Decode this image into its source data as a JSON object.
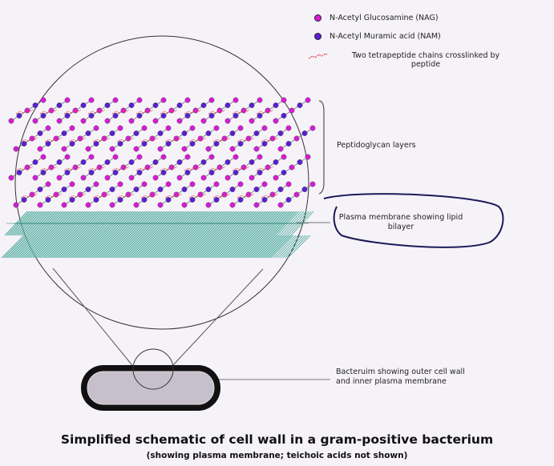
{
  "legend": {
    "nag_label": "N-Acetyl Glucosamine (NAG)",
    "nam_label": "N-Acetyl Muramic acid (NAM)",
    "peptide_label_line1": "Two tetrapeptide chains crosslinked by",
    "peptide_label_line2": "peptide"
  },
  "labels": {
    "peptidoglycan": "Peptidoglycan layers",
    "membrane_line1": "Plasma membrane showing lipid",
    "membrane_line2": "bilayer",
    "bacterium_line1": "Bacteruim showing outer cell wall",
    "bacterium_line2": "and inner plasma membrane"
  },
  "title": "Simplified schematic of cell wall in a gram-positive bacterium",
  "subtitle": "(showing plasma membrane; teichoic acids not shown)",
  "colors": {
    "nag": "#d81bd8",
    "nam": "#5a1fd6",
    "peptide": "#e0404a",
    "membrane": "#2a9a8a",
    "annotation_ink": "#1a1a5a"
  }
}
